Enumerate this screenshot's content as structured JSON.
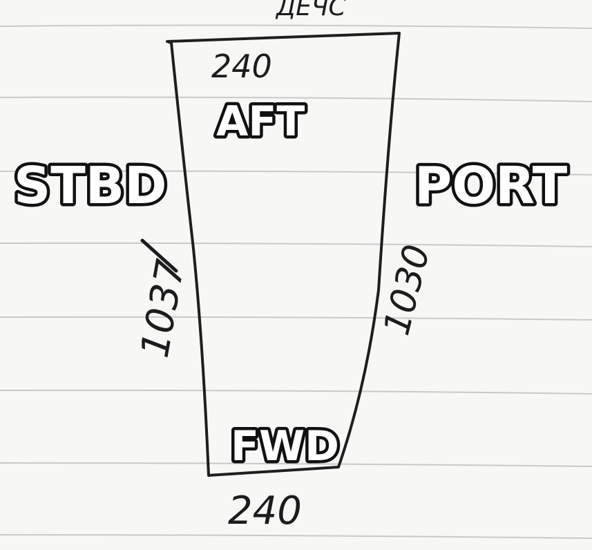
{
  "diagram": {
    "labels": {
      "aft": "AFT",
      "fwd": "FWD",
      "stbd": "STBD",
      "port": "PORT"
    },
    "dimensions": {
      "top_width": "240",
      "bottom_width": "240",
      "stbd_length": "1037",
      "port_length": "1030",
      "top_scribble": "ДЕЧС"
    }
  }
}
